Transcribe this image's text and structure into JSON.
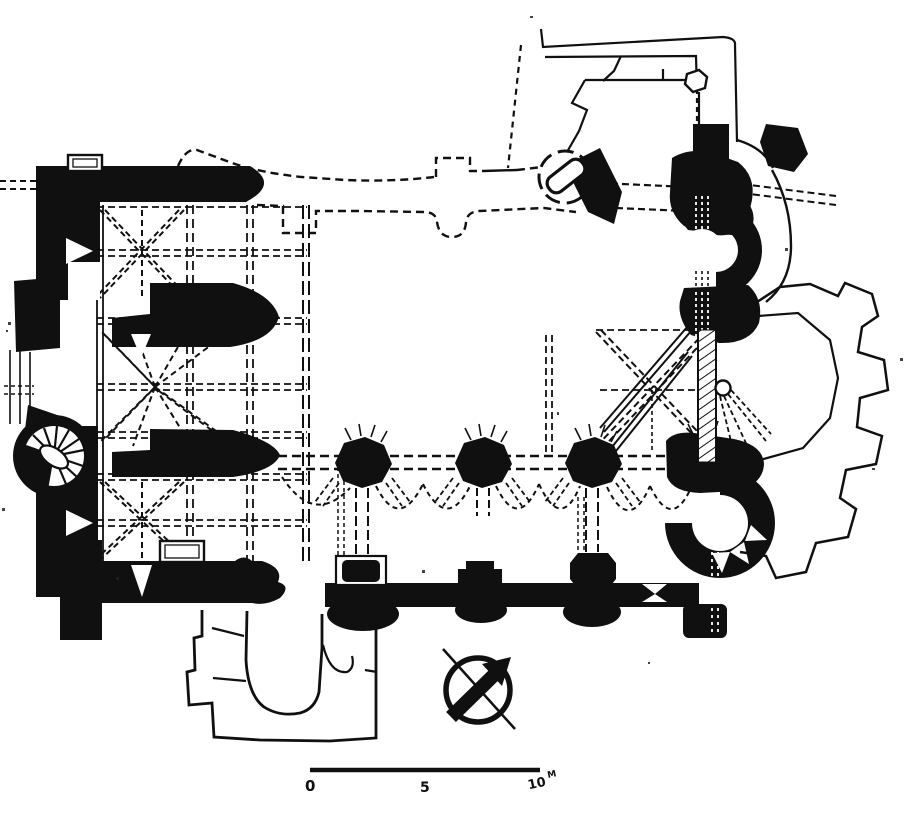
{
  "figure": {
    "kind": "scanned architectural floor plan of a church",
    "ink_color": "#101010",
    "paper_color": "#ffffff"
  },
  "scale_bar": {
    "start_label": "0",
    "mid_label": "5",
    "end_label": "10",
    "unit_label": "M"
  },
  "icons": {
    "compass": "north-arrow-compass",
    "staircase": "spiral-staircase"
  }
}
